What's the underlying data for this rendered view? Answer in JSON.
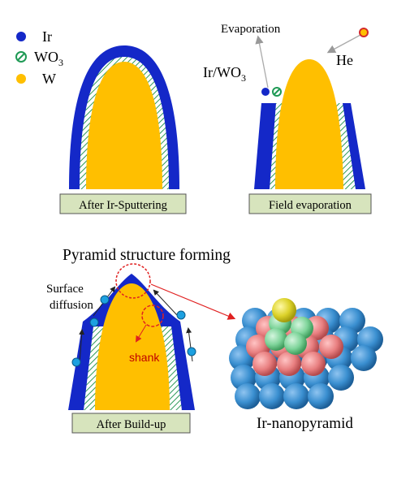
{
  "legend": {
    "items": [
      {
        "label": "Ir",
        "color": "#1428c8"
      },
      {
        "label": "WO",
        "sub": "3",
        "color": "#1f9a55"
      },
      {
        "label": "W",
        "color": "#ffbf00"
      }
    ]
  },
  "panels": {
    "sputtering": {
      "caption": "After Ir-Sputtering"
    },
    "evaporation": {
      "caption": "Field evaporation",
      "evaporation_label": "Evaporation",
      "species_label": "Ir/WO",
      "species_sub": "3",
      "he_label": "He"
    },
    "buildup": {
      "caption": "After Build-up",
      "title": "Pyramid structure forming",
      "diffusion_label_line1": "Surface",
      "diffusion_label_line2": "diffusion",
      "shank_label": "shank"
    },
    "nanopyramid": {
      "label": "Ir-nanopyramid"
    }
  },
  "colors": {
    "ir": "#1428c8",
    "w": "#ffbf00",
    "wo3": "#1f9a55",
    "caption_bg": "#d7e4bd",
    "arrow_red": "#e02020",
    "diffusion_atom": "#1da0e0",
    "ball_blue": "#3a8fd0",
    "ball_red": "#e87f80",
    "ball_green": "#7ed49a",
    "ball_yellow": "#dcd22a"
  }
}
